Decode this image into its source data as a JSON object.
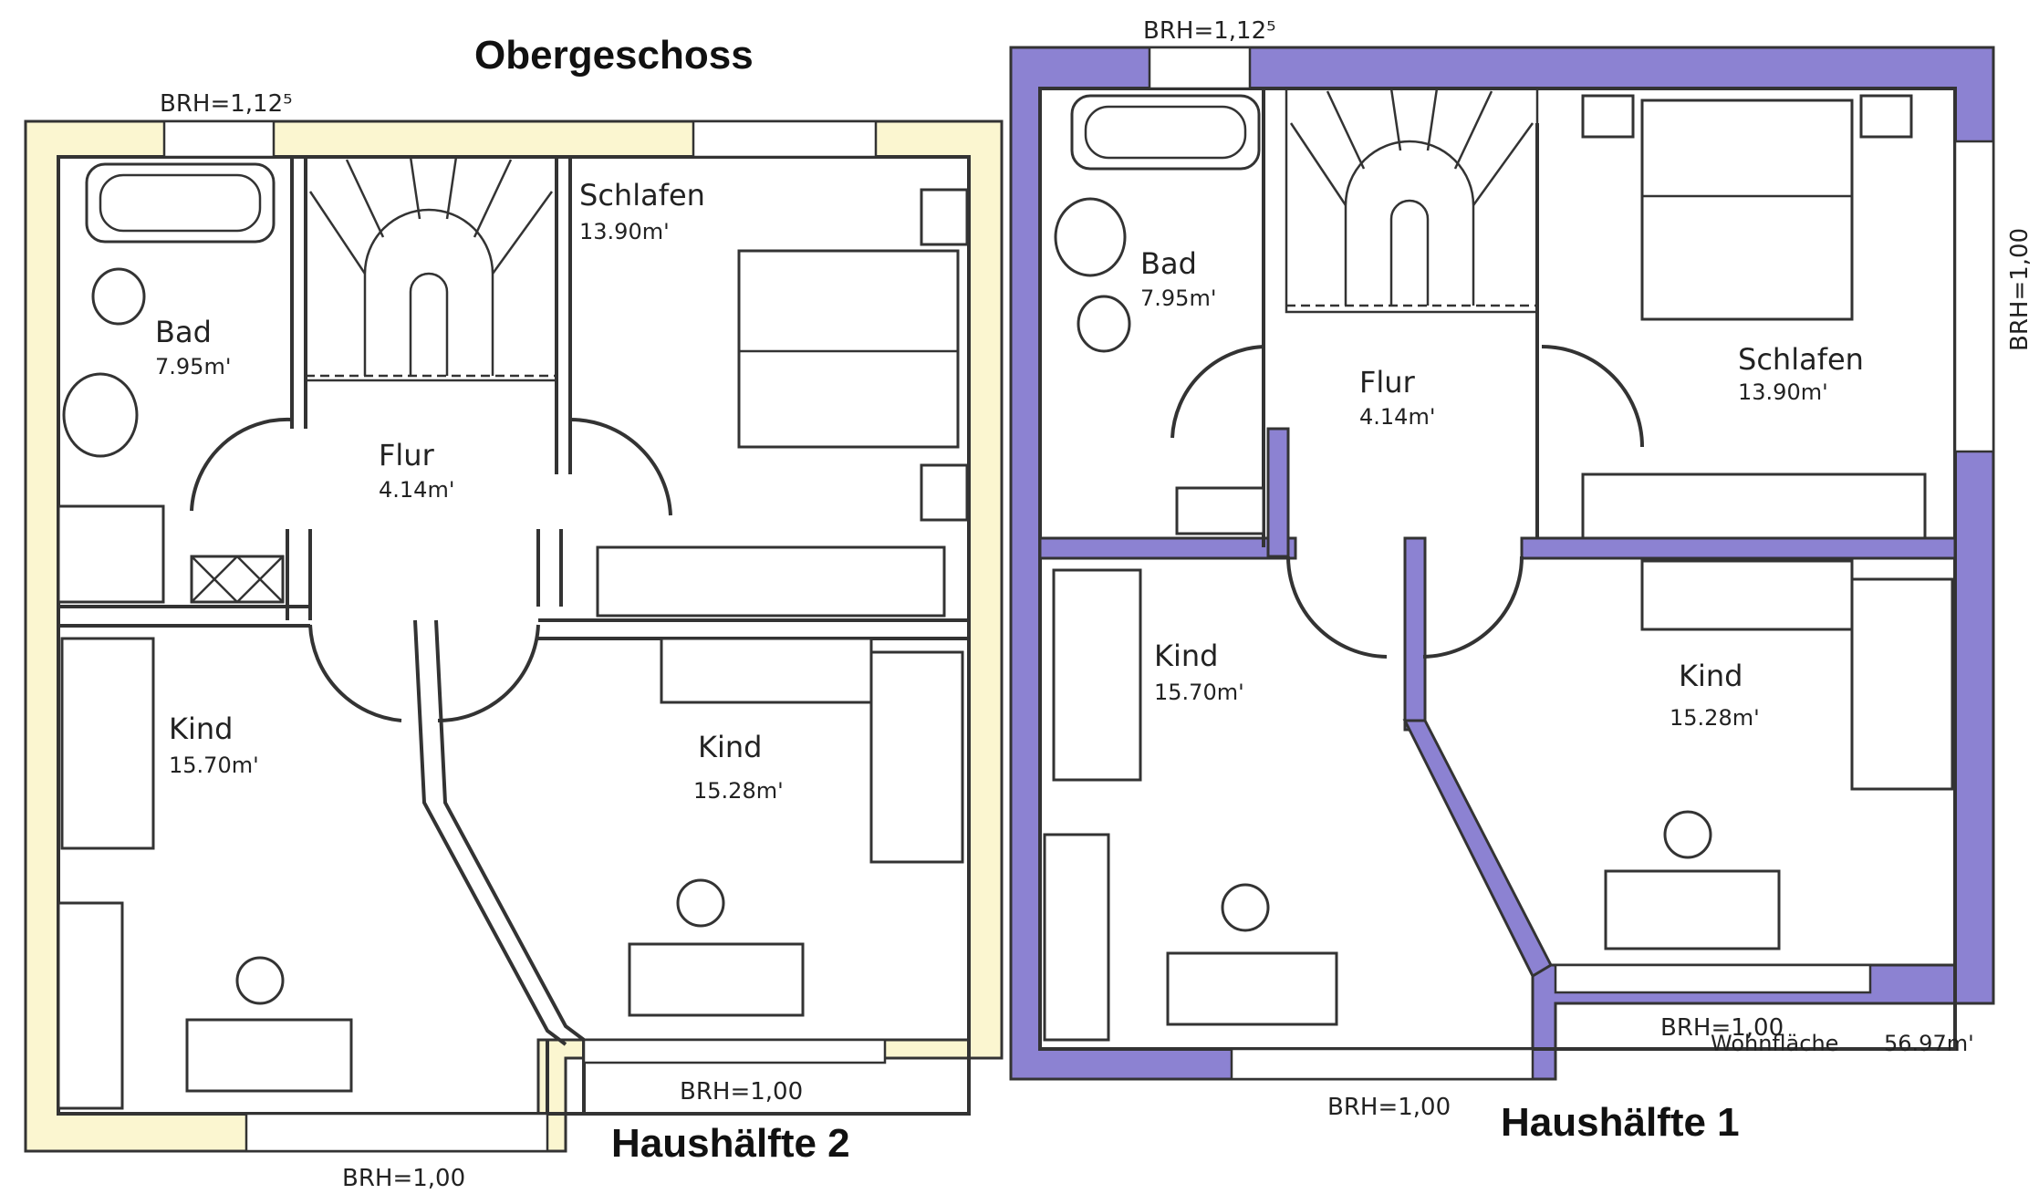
{
  "title": "Obergeschoss",
  "colors": {
    "wall_left": "#fbf6d0",
    "wall_right": "#8c82d2",
    "line": "#333333",
    "background": "#ffffff"
  },
  "left_half": {
    "name": "Haushälfte 2",
    "window_top": "BRH=1,12⁵",
    "window_bottom_left": "BRH=1,00",
    "window_bottom_right": "BRH=1,00",
    "rooms": [
      {
        "name": "Bad",
        "area": "7.95m'"
      },
      {
        "name": "Flur",
        "area": "4.14m'"
      },
      {
        "name": "Schlafen",
        "area": "13.90m'"
      },
      {
        "name": "Kind",
        "area": "15.70m'"
      },
      {
        "name": "Kind",
        "area": "15.28m'"
      }
    ]
  },
  "right_half": {
    "name": "Haushälfte 1",
    "window_top": "BRH=1,12⁵",
    "window_side": "BRH=1,00",
    "window_bottom_left": "BRH=1,00",
    "window_bottom_right": "BRH=1,00",
    "living_area_label": "Wohnfläche",
    "living_area_value": "56.97m'",
    "rooms": [
      {
        "name": "Bad",
        "area": "7.95m'"
      },
      {
        "name": "Flur",
        "area": "4.14m'"
      },
      {
        "name": "Schlafen",
        "area": "13.90m'"
      },
      {
        "name": "Kind",
        "area": "15.70m'"
      },
      {
        "name": "Kind",
        "area": "15.28m'"
      }
    ]
  }
}
